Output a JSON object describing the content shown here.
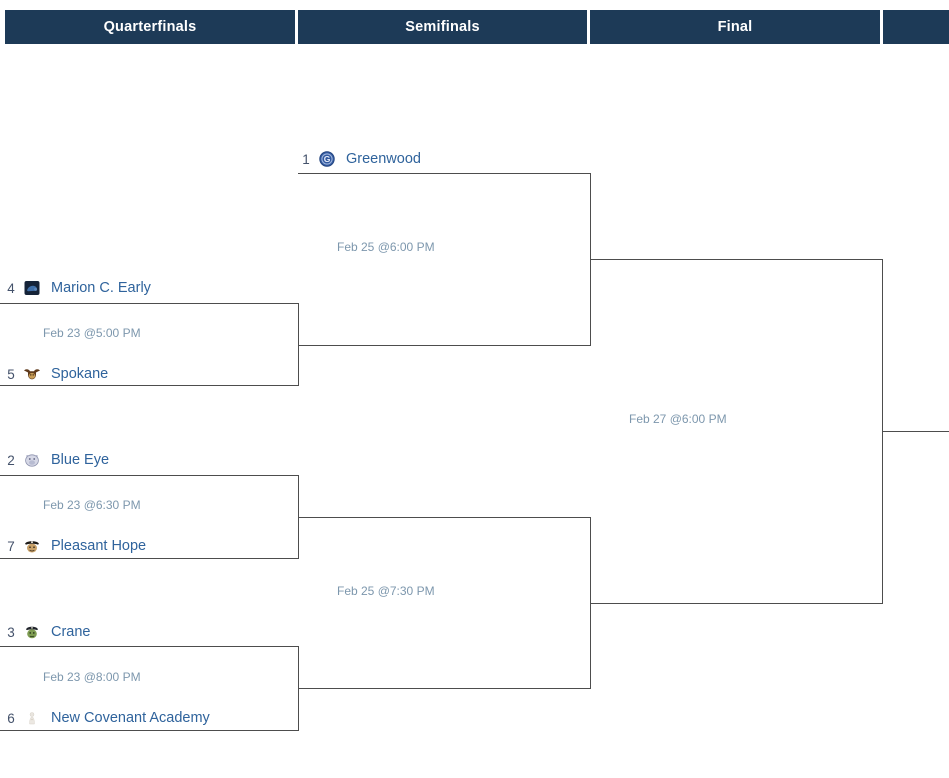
{
  "header": {
    "columns": [
      "Quarterfinals",
      "Semifinals",
      "Final",
      ""
    ]
  },
  "matches": {
    "qf1": {
      "date": "Feb 23 @5:00 PM",
      "top": {
        "seed": "4",
        "name": "Marion C. Early",
        "icon": "panther-logo-icon"
      },
      "bottom": {
        "seed": "5",
        "name": "Spokane",
        "icon": "eagle-mascot-icon"
      }
    },
    "qf2": {
      "date": "Feb 23 @6:30 PM",
      "top": {
        "seed": "2",
        "name": "Blue Eye",
        "icon": "bulldog-mascot-icon"
      },
      "bottom": {
        "seed": "7",
        "name": "Pleasant Hope",
        "icon": "pirate-mascot-icon"
      }
    },
    "qf3": {
      "date": "Feb 23 @8:00 PM",
      "top": {
        "seed": "3",
        "name": "Crane",
        "icon": "pirate-mascot-icon"
      },
      "bottom": {
        "seed": "6",
        "name": "New Covenant Academy",
        "icon": "lion-crest-icon"
      }
    },
    "sf1": {
      "date": "Feb 25 @6:00 PM",
      "top": {
        "seed": "1",
        "name": "Greenwood",
        "icon": "globe-g-logo-icon"
      }
    },
    "sf2": {
      "date": "Feb 25 @7:30 PM"
    },
    "final": {
      "date": "Feb 27 @6:00 PM"
    }
  },
  "colors": {
    "header_bg": "#1d3a57",
    "header_text": "#ffffff",
    "team_name": "#2f639c",
    "seed_text": "#44526b",
    "date_text": "#7d97ad",
    "bracket_line": "#4d4d4d"
  }
}
